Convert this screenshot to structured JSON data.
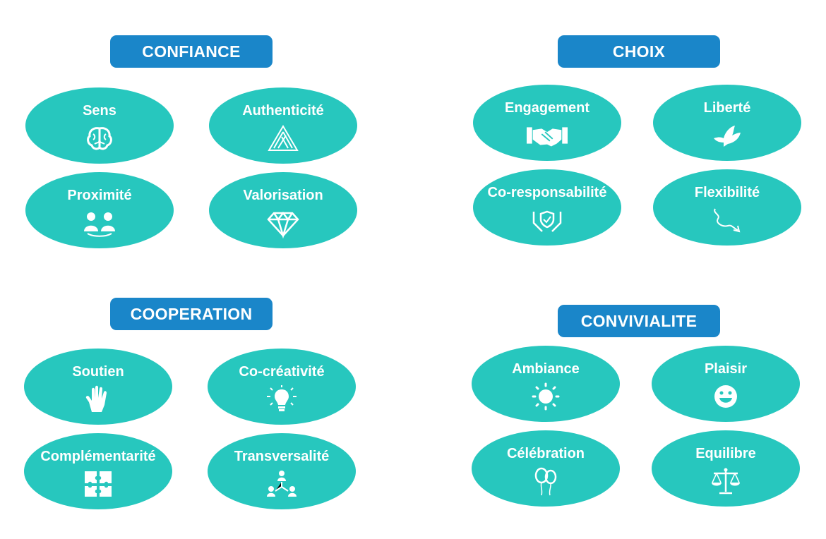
{
  "colors": {
    "title_bg": "#1a86c9",
    "ellipse_bg": "#27c7be",
    "text": "#ffffff",
    "background": "#ffffff"
  },
  "groups": [
    {
      "title": "CONFIANCE",
      "items": [
        {
          "label": "Sens",
          "icon": "brain-icon"
        },
        {
          "label": "Authenticité",
          "icon": "triangle-lines-icon"
        },
        {
          "label": "Proximité",
          "icon": "people-connection-icon"
        },
        {
          "label": "Valorisation",
          "icon": "diamond-icon"
        }
      ]
    },
    {
      "title": "CHOIX",
      "items": [
        {
          "label": "Engagement",
          "icon": "handshake-icon"
        },
        {
          "label": "Liberté",
          "icon": "dove-icon"
        },
        {
          "label": "Co-responsabilité",
          "icon": "hands-shield-icon"
        },
        {
          "label": "Flexibilité",
          "icon": "squiggle-arrow-icon"
        }
      ]
    },
    {
      "title": "COOPERATION",
      "items": [
        {
          "label": "Soutien",
          "icon": "raised-hand-icon"
        },
        {
          "label": "Co-créativité",
          "icon": "lightbulb-icon"
        },
        {
          "label": "Complémentarité",
          "icon": "puzzle-icon"
        },
        {
          "label": "Transversalité",
          "icon": "network-icon"
        }
      ]
    },
    {
      "title": "CONVIVIALITE",
      "items": [
        {
          "label": "Ambiance",
          "icon": "sun-icon"
        },
        {
          "label": "Plaisir",
          "icon": "smiley-icon"
        },
        {
          "label": "Célébration",
          "icon": "balloons-icon"
        },
        {
          "label": "Equilibre",
          "icon": "scales-icon"
        }
      ]
    }
  ]
}
